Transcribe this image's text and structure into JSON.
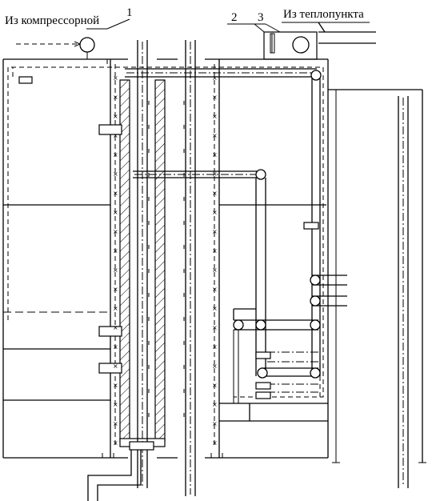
{
  "labels": {
    "source_compressor": "Из компрессорной",
    "source_heating": "Из теплопункта",
    "callout_1": "1",
    "callout_2": "2",
    "callout_3": "3"
  },
  "colors": {
    "line": "#000000",
    "background": "#ffffff"
  }
}
